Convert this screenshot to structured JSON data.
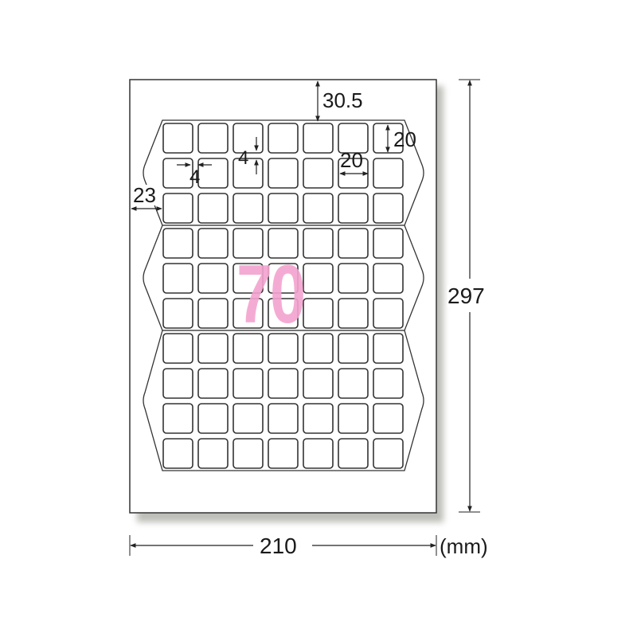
{
  "sheet": {
    "width_label": "210",
    "height_label": "297",
    "unit_label": "(mm)",
    "label_count": "70",
    "label_count_color": "#f3a3cf"
  },
  "grid": {
    "columns": 7,
    "rows": 10,
    "sections": [
      {
        "rows": 3
      },
      {
        "rows": 3
      },
      {
        "rows": 4
      }
    ]
  },
  "dimensions": {
    "top_margin": "30.5",
    "left_margin": "23",
    "label_width": "20",
    "label_height": "20",
    "horizontal_gap": "4",
    "vertical_gap": "4"
  }
}
